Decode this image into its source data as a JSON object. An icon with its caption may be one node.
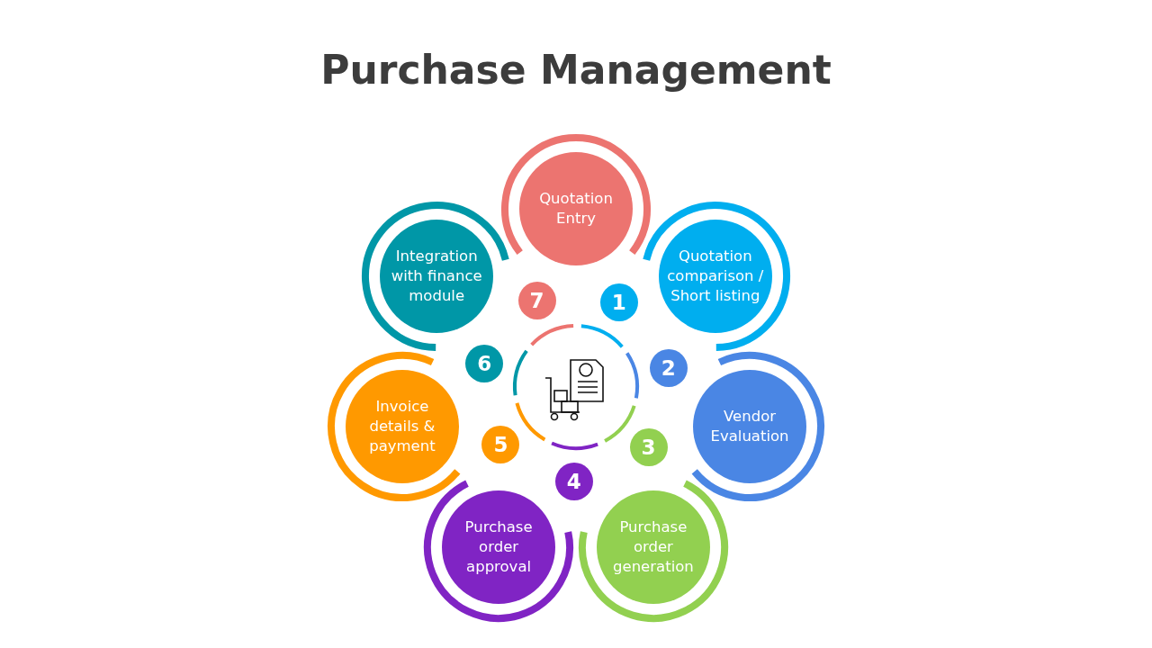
{
  "diagram": {
    "title": "Purchase Management",
    "nodes": [
      {
        "text": [
          "Quotation Entry"
        ]
      },
      {
        "text": [
          "Quotation comparison / Short listing"
        ]
      },
      {
        "text": [
          "Vendor Evaluation"
        ]
      },
      {
        "text": [
          "Purchase order generation"
        ]
      },
      {
        "text": [
          "Purchase order approval"
        ]
      },
      {
        "text": [
          "Invoice details & payment"
        ]
      },
      {
        "text": [
          "Integration with finance module"
        ]
      },
      {
        "text": [
          "1"
        ]
      },
      {
        "text": [
          "2"
        ]
      },
      {
        "text": [
          "3"
        ]
      },
      {
        "text": [
          "4"
        ]
      },
      {
        "text": [
          "5"
        ]
      },
      {
        "text": [
          "6"
        ]
      },
      {
        "text": [
          "7"
        ]
      },
      {
        "text": [],
        "shape": "picture"
      }
    ]
  }
}
